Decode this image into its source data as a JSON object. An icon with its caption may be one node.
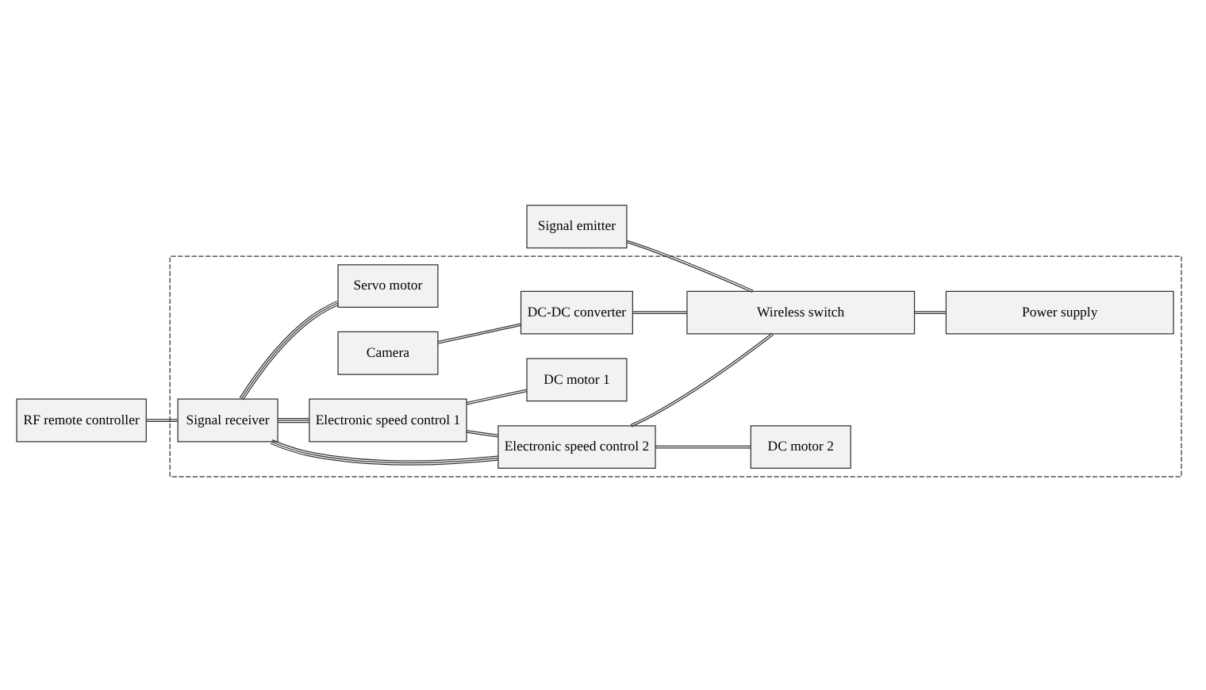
{
  "diagram": {
    "nodes": [
      {
        "text": [],
        "shape": "box"
      },
      {
        "text": [
          "RF remote controller"
        ]
      },
      {
        "text": [
          "Signal emitter"
        ]
      },
      {
        "text": [
          "Signal receiver"
        ],
        "in": 0
      },
      {
        "text": [
          "Servo motor"
        ],
        "in": 0
      },
      {
        "text": [
          "Electronic speed control 1"
        ],
        "in": 0
      },
      {
        "text": [
          "DC motor 1"
        ],
        "in": 0
      },
      {
        "text": [
          "Camera"
        ],
        "in": 0
      },
      {
        "text": [
          "Electronic speed control 2"
        ],
        "in": 0
      },
      {
        "text": [
          "DC motor 2"
        ],
        "in": 0
      },
      {
        "text": [
          "DC-DC converter"
        ],
        "in": 0
      },
      {
        "text": [
          "Wireless switch"
        ],
        "in": 0
      },
      {
        "text": [
          "Power supply"
        ],
        "in": 0
      }
    ],
    "edges": [
      {
        "from": 1,
        "to": 3,
        "arrow": "none"
      },
      {
        "from": 2,
        "to": 11,
        "arrow": "none"
      },
      {
        "from": 3,
        "to": 4,
        "arrow": "none"
      },
      {
        "from": 3,
        "to": 5,
        "arrow": "none"
      },
      {
        "from": 3,
        "to": 8,
        "arrow": "none"
      },
      {
        "from": 5,
        "to": 6,
        "arrow": "none"
      },
      {
        "from": 8,
        "to": 9,
        "arrow": "none"
      },
      {
        "from": 5,
        "to": 8,
        "arrow": "none"
      },
      {
        "from": 8,
        "to": 11,
        "arrow": "none"
      },
      {
        "from": 7,
        "to": 10,
        "arrow": "none"
      },
      {
        "from": 10,
        "to": 11,
        "arrow": "none"
      },
      {
        "from": 11,
        "to": 12,
        "arrow": "none"
      }
    ]
  }
}
